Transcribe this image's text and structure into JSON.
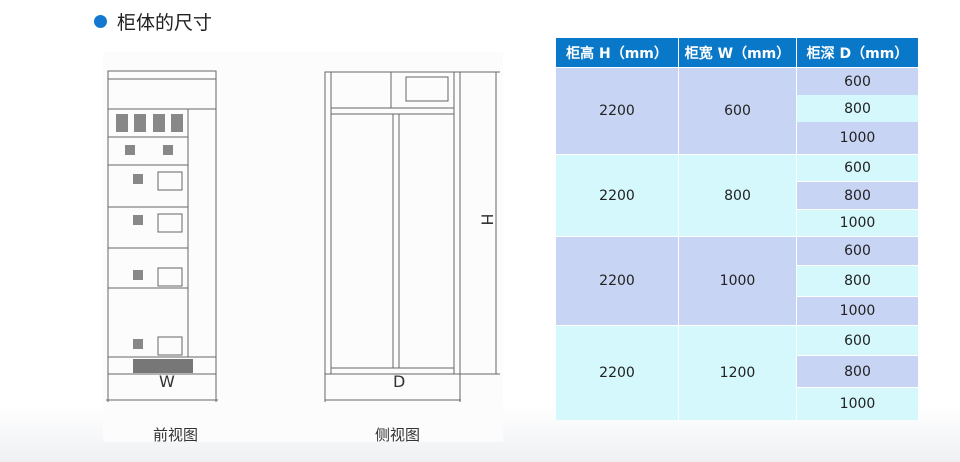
{
  "title": "柜体的尺寸",
  "drawings": {
    "front_caption": "前视图",
    "side_caption": "侧视图",
    "w_label": "W",
    "d_label": "D",
    "h_label": "H"
  },
  "table": {
    "headers": [
      "柜高 H（mm）",
      "柜宽 W（mm）",
      "柜深 D（mm）"
    ],
    "groups": [
      {
        "height": "2200",
        "width": "600",
        "depths": [
          "600",
          "800",
          "1000"
        ]
      },
      {
        "height": "2200",
        "width": "800",
        "depths": [
          "600",
          "800",
          "1000"
        ]
      },
      {
        "height": "2200",
        "width": "1000",
        "depths": [
          "600",
          "800",
          "1000"
        ]
      },
      {
        "height": "2200",
        "width": "1200",
        "depths": [
          "600",
          "800",
          "1000"
        ]
      }
    ]
  },
  "colors": {
    "header": "#0a78c8",
    "lavender": "#c8d4f4",
    "cyan": "#d4f8fc"
  }
}
